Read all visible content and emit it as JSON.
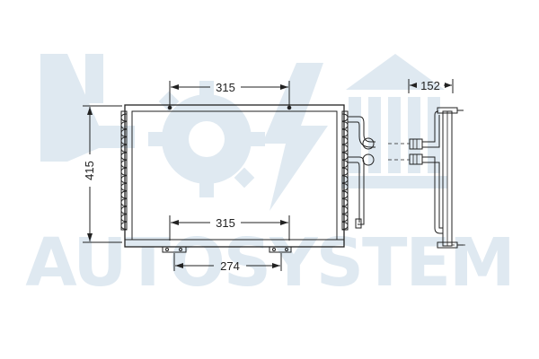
{
  "watermark": {
    "text": "AUTOSYSTEM",
    "color": "#dfe9f1"
  },
  "dimensions": {
    "top_width": "315",
    "bottom_width": "315",
    "height": "415",
    "bracket_spacing": "274",
    "side_depth": "152"
  },
  "colors": {
    "line": "#222222",
    "fill": "#ffffff"
  }
}
